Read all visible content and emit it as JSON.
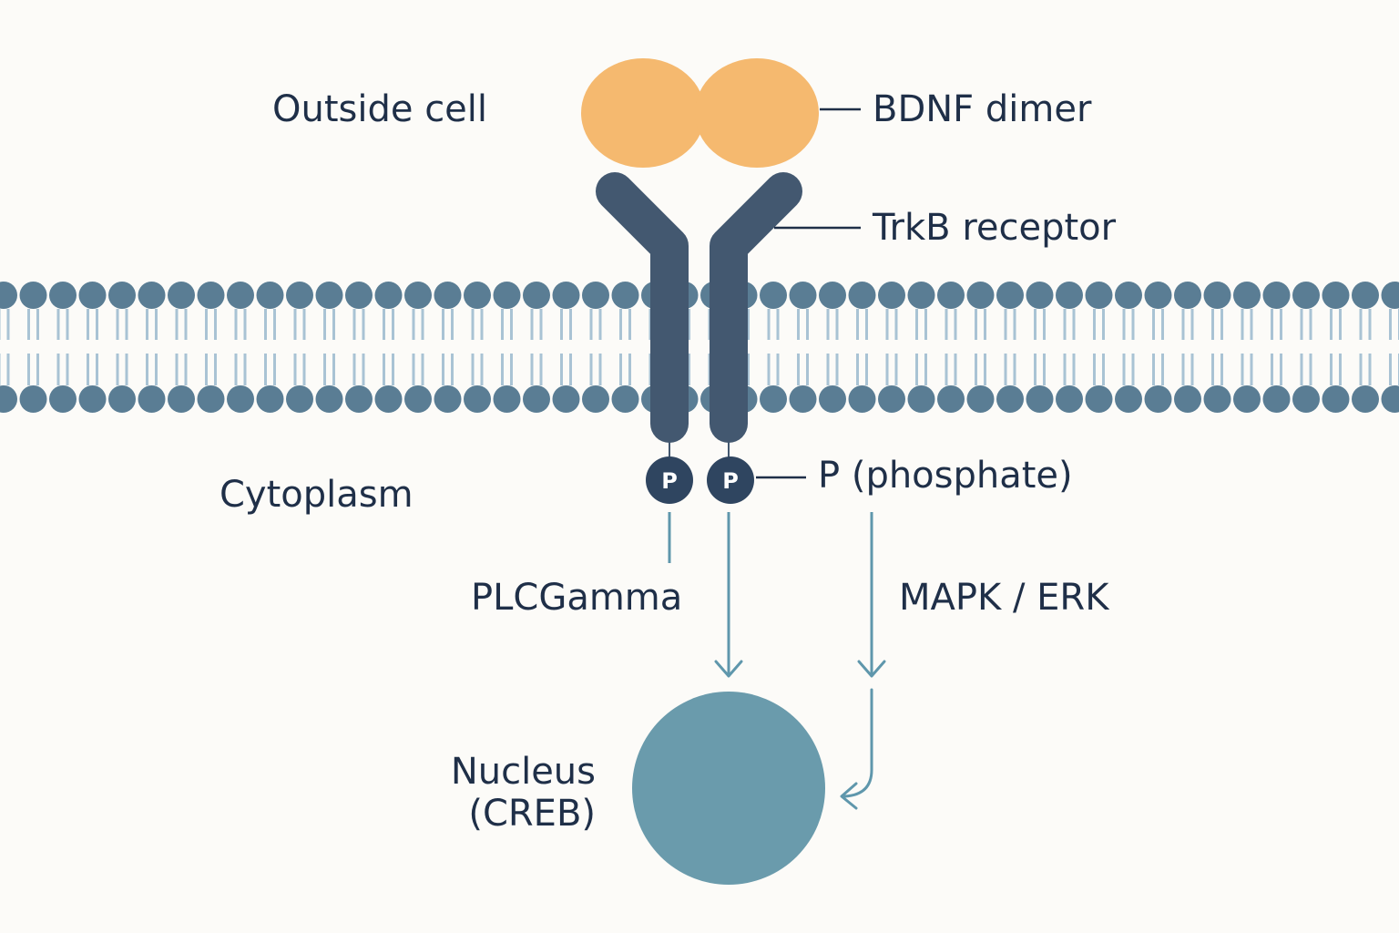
{
  "labels": {
    "outside": "Outside cell",
    "bdnf": "BDNF dimer",
    "trkb": "TrkB receptor",
    "cytoplasm": "Cytoplasm",
    "phosphate": "P (phosphate)",
    "plcgamma": "PLCGamma",
    "mapk": "MAPK / ERK",
    "nucleus_line1": "Nucleus",
    "nucleus_line2": "(CREB)"
  },
  "phospho_symbol": "P",
  "colors": {
    "background": "#fcfbf8",
    "bdnf": "#f5b96f",
    "receptor": "#435870",
    "lipid_head": "#5a7d94",
    "lipid_tail": "#a9c3d4",
    "arrow": "#5f97ac",
    "nucleus": "#6a9bac",
    "text": "#1f2f48"
  }
}
